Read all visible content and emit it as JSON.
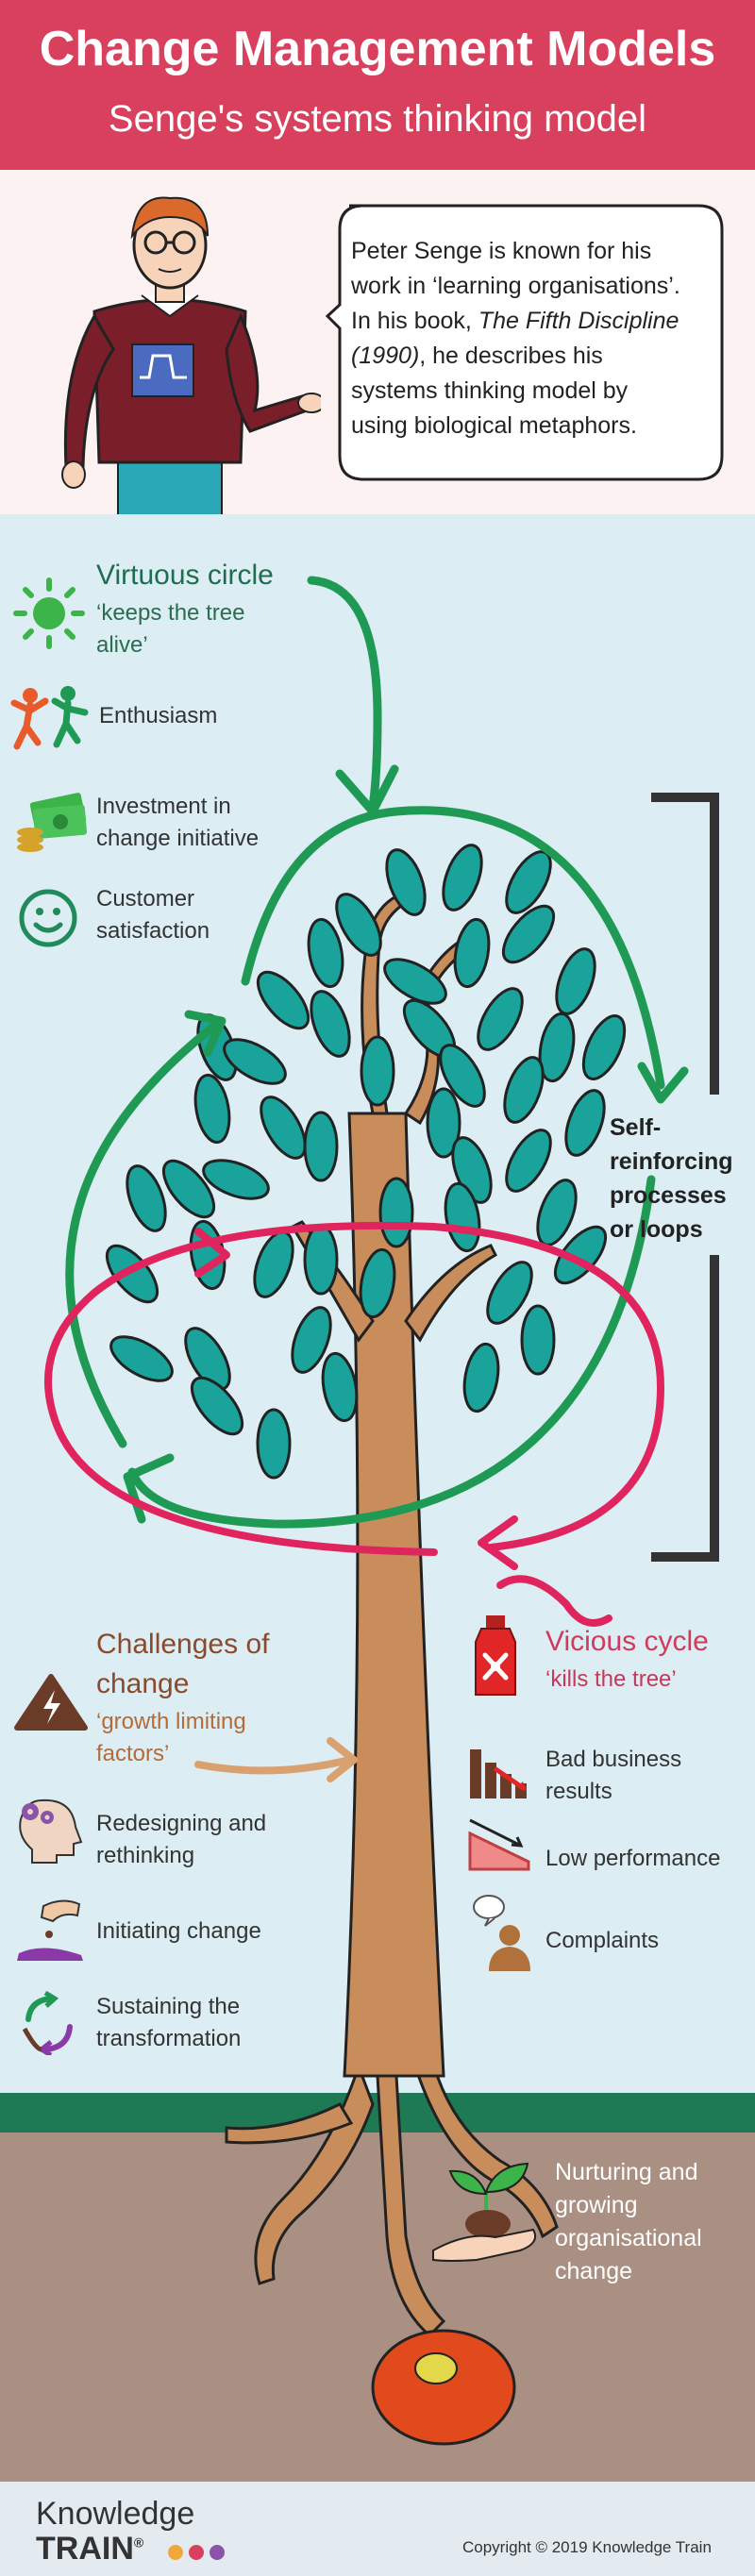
{
  "header": {
    "title": "Change Management Models",
    "subtitle": "Senge's systems thinking model"
  },
  "intro": {
    "line1": "Peter Senge is known for his",
    "line2": "work in ‘learning organisations’.",
    "line3_pre": "In his book, ",
    "line3_em": "The Fifth Discipline",
    "line4_em": "(1990)",
    "line4_post": ", he describes his",
    "line5": "systems thinking model by",
    "line6": "using biological metaphors."
  },
  "virtuous": {
    "title": "Virtuous circle",
    "sub1": "‘keeps the tree",
    "sub2": "alive’",
    "items": [
      {
        "label1": "Enthusiasm",
        "label2": "",
        "icon": "enthusiasm-icon"
      },
      {
        "label1": "Investment in",
        "label2": "change initiative",
        "icon": "money-icon"
      },
      {
        "label1": "Customer",
        "label2": "satisfaction",
        "icon": "smiley-icon"
      }
    ]
  },
  "loops": {
    "line1": "Self-",
    "line2": "reinforcing",
    "line3": "processes",
    "line4": "or loops"
  },
  "challenges": {
    "title1": "Challenges of",
    "title2": "change",
    "sub1": "‘growth limiting",
    "sub2": "factors’",
    "items": [
      {
        "label1": "Redesigning and",
        "label2": "rethinking"
      },
      {
        "label1": "Initiating change",
        "label2": ""
      },
      {
        "label1": "Sustaining the",
        "label2": "transformation"
      }
    ]
  },
  "vicious": {
    "title": "Vicious cycle",
    "sub": "‘kills the tree’",
    "items": [
      {
        "label1": "Bad business",
        "label2": "results"
      },
      {
        "label1": "Low performance",
        "label2": ""
      },
      {
        "label1": "Complaints",
        "label2": ""
      }
    ]
  },
  "nurture": {
    "line1": "Nurturing and",
    "line2": "growing",
    "line3": "organisational",
    "line4": "change"
  },
  "footer": {
    "logo_line1": "Knowledge",
    "logo_line2": "TRAIN",
    "registered": "®",
    "copyright": "Copyright © 2019 Knowledge Train"
  },
  "colors": {
    "header_bg": "#d8405e",
    "virtuous_green": "#1f9a55",
    "vicious_red": "#e0245e",
    "leaf_teal": "#1aa39a",
    "trunk_brown": "#c98d5c"
  }
}
